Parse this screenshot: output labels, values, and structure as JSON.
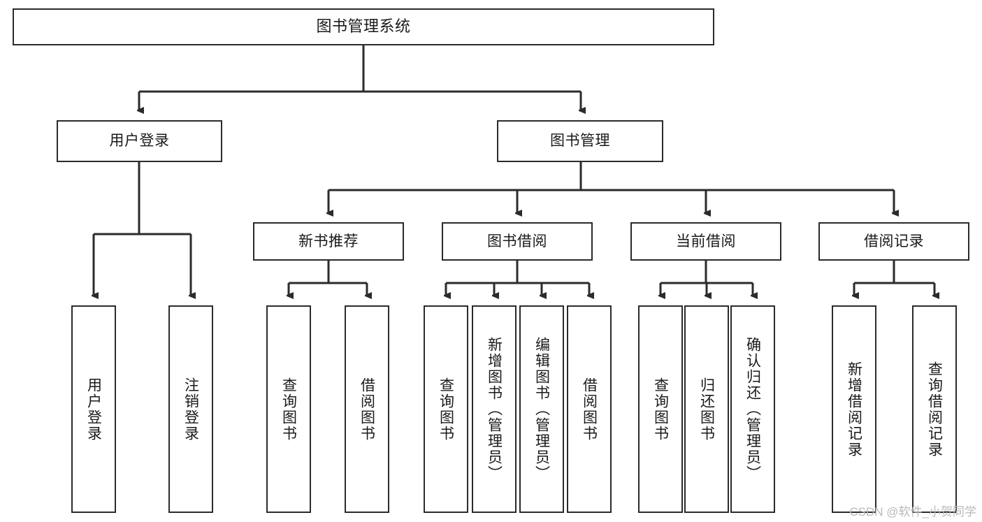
{
  "diagram": {
    "title": "图书管理系统",
    "type": "tree",
    "colors": {
      "background": "#ffffff",
      "node_border": "#2b2b2b",
      "node_fill": "#ffffff",
      "edge": "#2b2b2b",
      "text": "#1a1a1a",
      "watermark": "#b9b9b9"
    }
  },
  "watermark": {
    "text": "CSDN @软件_小贺同学"
  },
  "nodes": {
    "root": {
      "label": "图书管理系统"
    },
    "level2": [
      {
        "id": "user-login",
        "label": "用户登录"
      },
      {
        "id": "book-manage",
        "label": "图书管理"
      }
    ],
    "level3": [
      {
        "id": "new-book-recommend",
        "label": "新书推荐"
      },
      {
        "id": "book-borrow",
        "label": "图书借阅"
      },
      {
        "id": "current-borrow",
        "label": "当前借阅"
      },
      {
        "id": "borrow-record",
        "label": "借阅记录"
      }
    ],
    "leaves": {
      "user_login": [
        {
          "id": "leaf-user-login",
          "label": "用户登录"
        },
        {
          "id": "leaf-user-logout",
          "label": "注销登录"
        }
      ],
      "new_book_recommend": [
        {
          "id": "leaf-query-book-1",
          "label": "查询图书"
        },
        {
          "id": "leaf-borrow-book-1",
          "label": "借阅图书"
        }
      ],
      "book_borrow": [
        {
          "id": "leaf-query-book-2",
          "label": "查询图书"
        },
        {
          "id": "leaf-add-book",
          "label": "新增图书（管理员）"
        },
        {
          "id": "leaf-edit-book",
          "label": "编辑图书（管理员）"
        },
        {
          "id": "leaf-borrow-book-2",
          "label": "借阅图书"
        }
      ],
      "current_borrow": [
        {
          "id": "leaf-query-book-3",
          "label": "查询图书"
        },
        {
          "id": "leaf-return-book",
          "label": "归还图书"
        },
        {
          "id": "leaf-confirm-return",
          "label": "确认归还（管理员）"
        }
      ],
      "borrow_record": [
        {
          "id": "leaf-add-record",
          "label": "新增借阅记录"
        },
        {
          "id": "leaf-query-record",
          "label": "查询借阅记录"
        }
      ]
    }
  }
}
